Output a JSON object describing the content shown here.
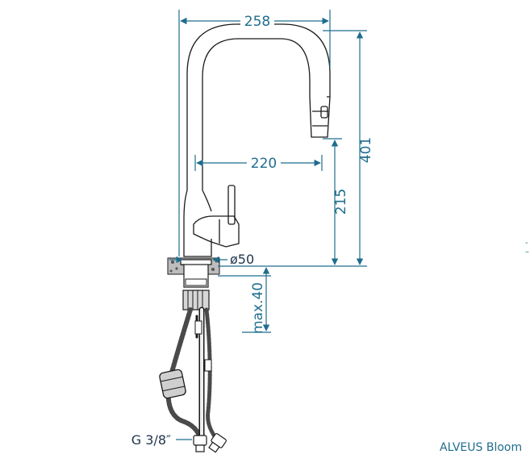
{
  "dimensions": {
    "total_width": "258",
    "spout_reach": "220",
    "outlet_height": "215",
    "total_height": "401",
    "base_diameter": "ø50",
    "max_deck_thickness": "max.40"
  },
  "connection_thread": "G 3/8″",
  "product_label": "ALVEUS Bloom",
  "edge_mark": "-\n–",
  "colors": {
    "dimension": "#1f6d8e",
    "outline": "#1a1a1a",
    "label": "#22364d"
  }
}
